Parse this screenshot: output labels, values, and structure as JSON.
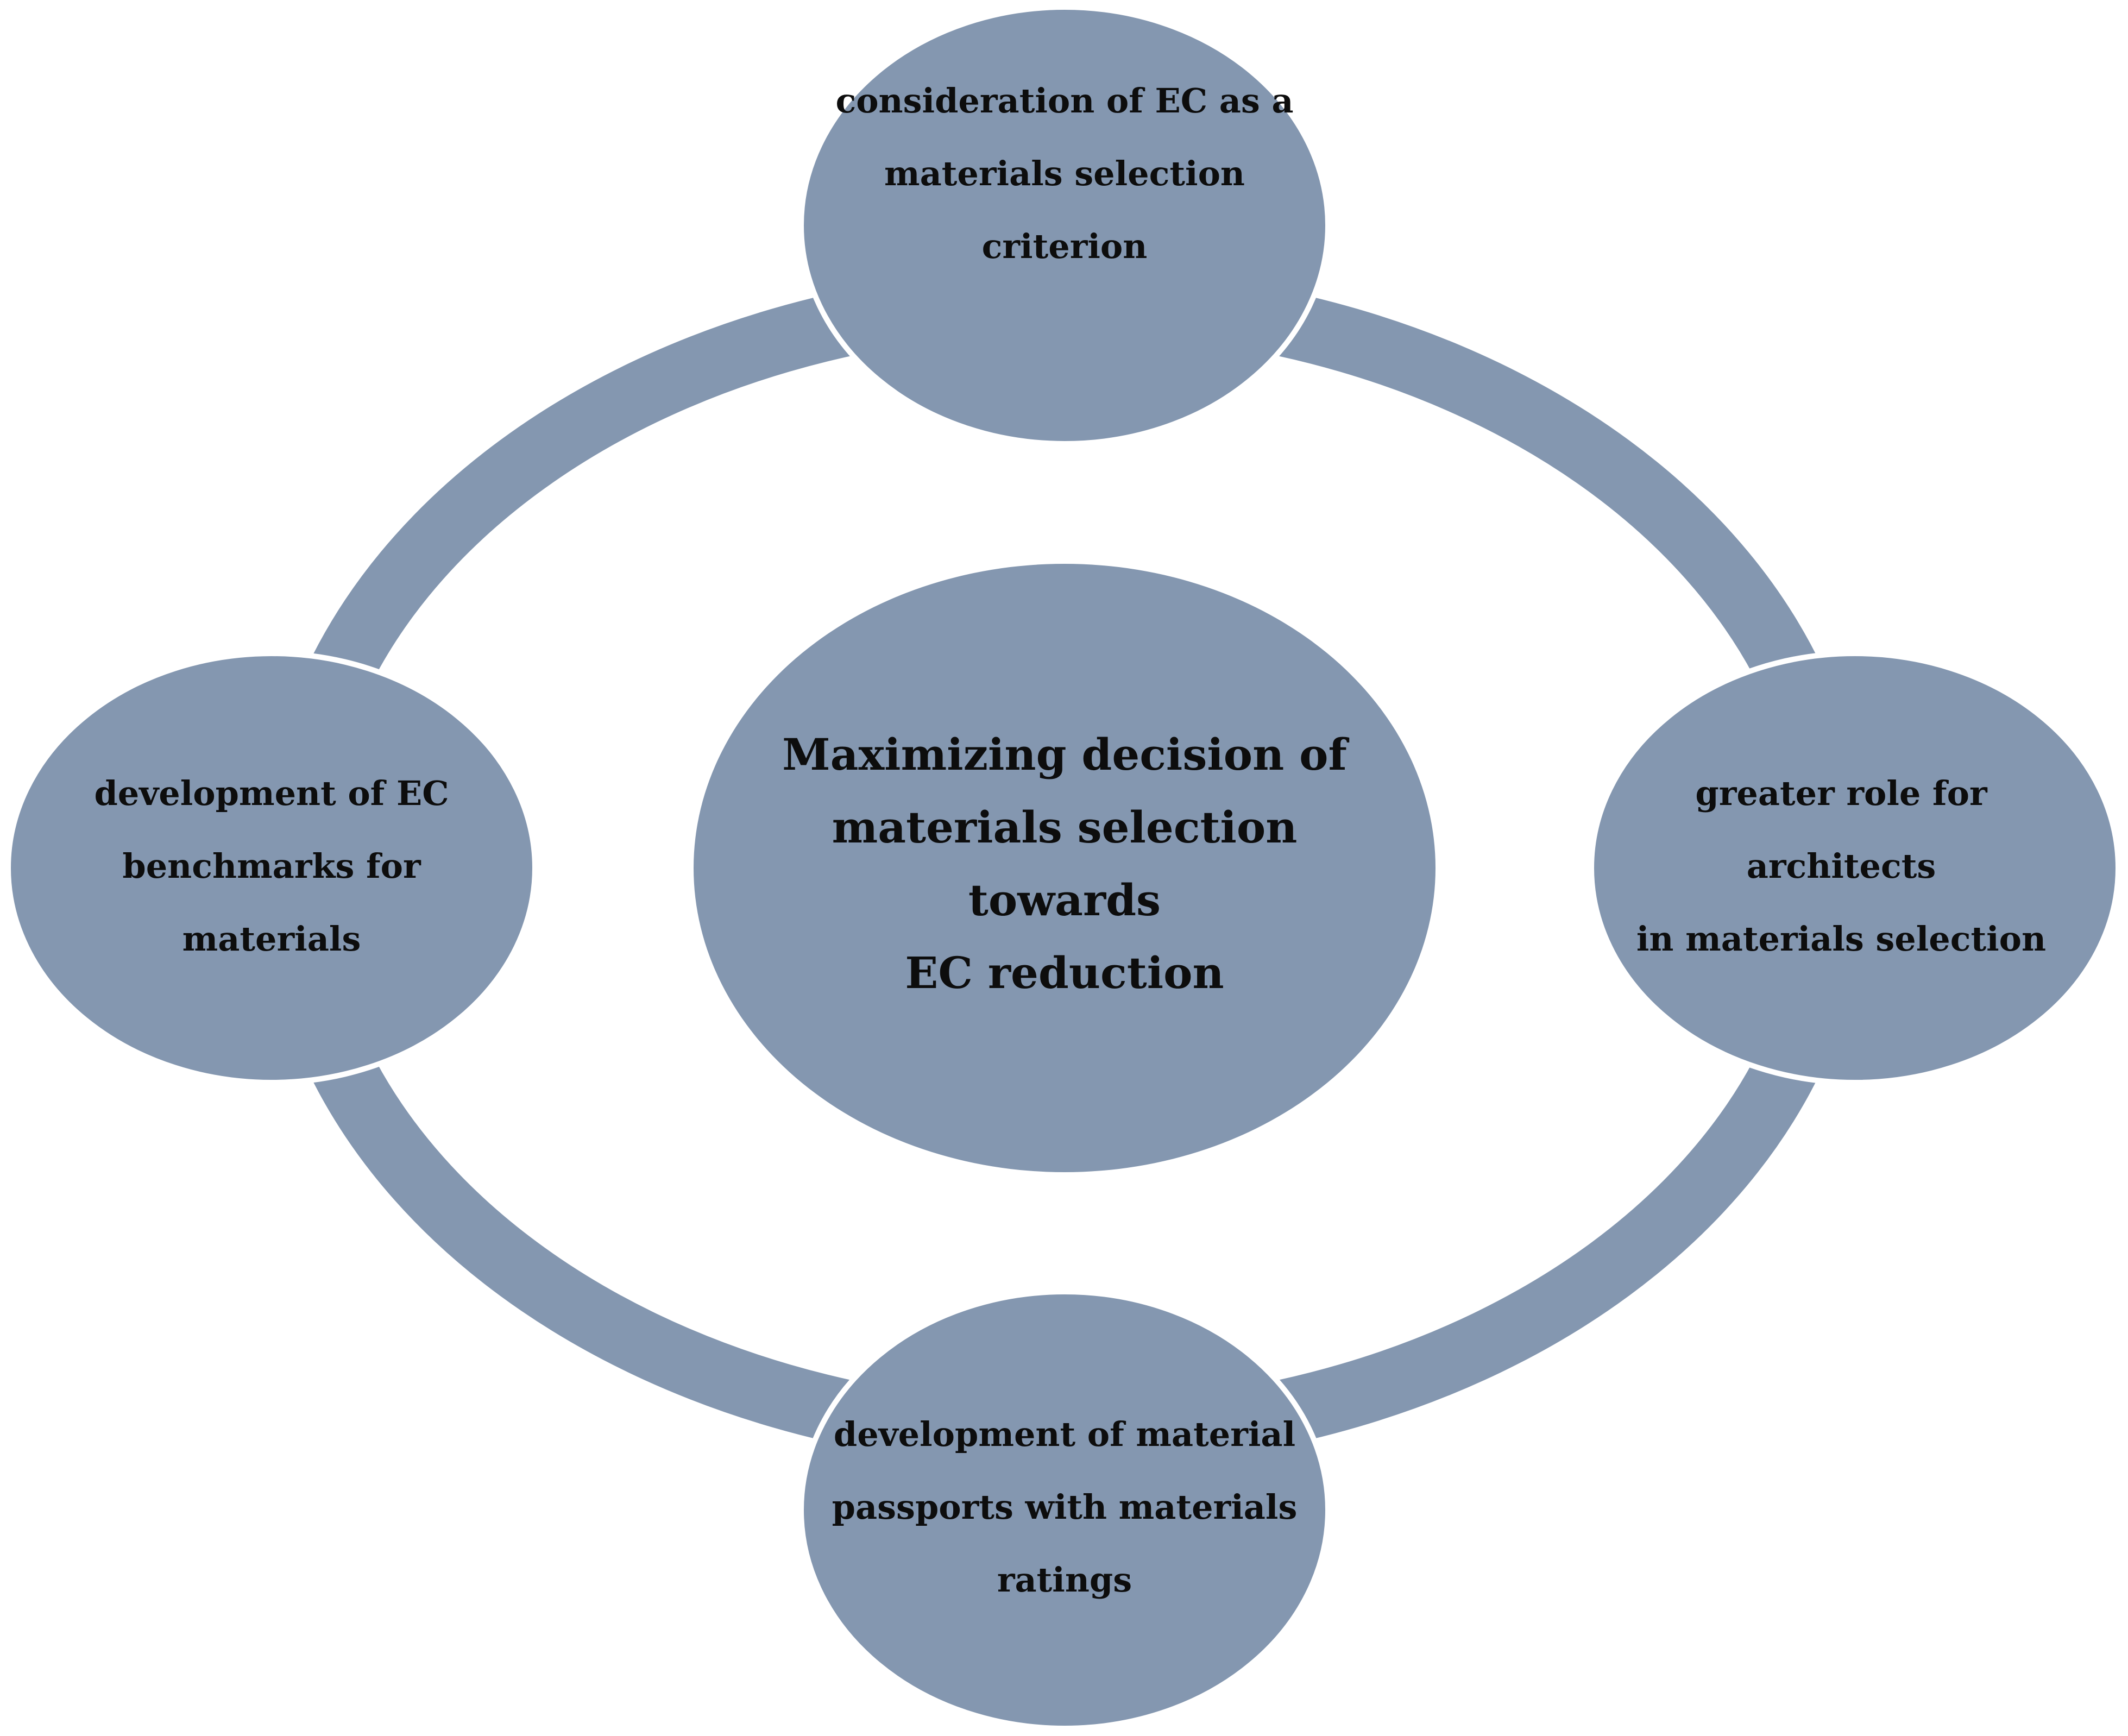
{
  "diagram": {
    "type": "cycle",
    "center": {
      "lines": [
        "Maximizing decision of",
        "materials selection towards",
        "EC reduction"
      ]
    },
    "nodes": [
      {
        "id": "top",
        "lines": [
          "consideration of EC as a",
          "materials selection",
          "criterion"
        ]
      },
      {
        "id": "right",
        "lines": [
          "greater role for architects",
          "in materials selection"
        ]
      },
      {
        "id": "bottom",
        "lines": [
          "development of material",
          "passports with materials",
          "ratings"
        ]
      },
      {
        "id": "left",
        "lines": [
          "development of EC",
          "benchmarks for materials"
        ]
      }
    ],
    "colors": {
      "fill": "#8497b0",
      "ring": "#8497b0",
      "text": "#0d0d0d",
      "outline": "#ffffff",
      "background": "#ffffff"
    }
  }
}
